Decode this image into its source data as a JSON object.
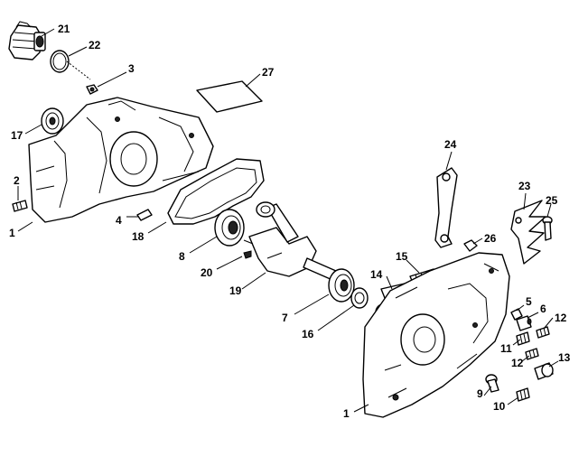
{
  "diagram": {
    "callouts": [
      {
        "id": "c21",
        "text": "21"
      },
      {
        "id": "c22",
        "text": "22"
      },
      {
        "id": "c3",
        "text": "3"
      },
      {
        "id": "c27",
        "text": "27"
      },
      {
        "id": "c17",
        "text": "17"
      },
      {
        "id": "c2",
        "text": "2"
      },
      {
        "id": "c1a",
        "text": "1"
      },
      {
        "id": "c4",
        "text": "4"
      },
      {
        "id": "c18",
        "text": "18"
      },
      {
        "id": "c8",
        "text": "8"
      },
      {
        "id": "c20",
        "text": "20"
      },
      {
        "id": "c19",
        "text": "19"
      },
      {
        "id": "c24",
        "text": "24"
      },
      {
        "id": "c23",
        "text": "23"
      },
      {
        "id": "c25",
        "text": "25"
      },
      {
        "id": "c26",
        "text": "26"
      },
      {
        "id": "c15",
        "text": "15"
      },
      {
        "id": "c14",
        "text": "14"
      },
      {
        "id": "c7",
        "text": "7"
      },
      {
        "id": "c16",
        "text": "16"
      },
      {
        "id": "c5",
        "text": "5"
      },
      {
        "id": "c6",
        "text": "6"
      },
      {
        "id": "c12a",
        "text": "12"
      },
      {
        "id": "c11",
        "text": "11"
      },
      {
        "id": "c12b",
        "text": "12"
      },
      {
        "id": "c13",
        "text": "13"
      },
      {
        "id": "c9",
        "text": "9"
      },
      {
        "id": "c10",
        "text": "10"
      },
      {
        "id": "c1b",
        "text": "1"
      }
    ]
  }
}
